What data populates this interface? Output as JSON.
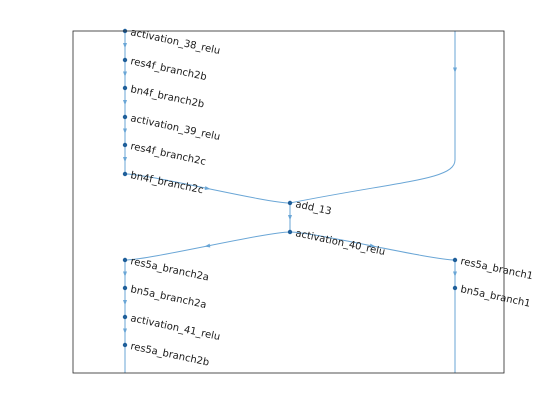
{
  "graph": {
    "nodes": [
      {
        "id": "activation_38_relu",
        "label": "activation_38_relu"
      },
      {
        "id": "res4f_branch2b",
        "label": "res4f_branch2b"
      },
      {
        "id": "bn4f_branch2b",
        "label": "bn4f_branch2b"
      },
      {
        "id": "activation_39_relu",
        "label": "activation_39_relu"
      },
      {
        "id": "res4f_branch2c",
        "label": "res4f_branch2c"
      },
      {
        "id": "bn4f_branch2c",
        "label": "bn4f_branch2c"
      },
      {
        "id": "add_13",
        "label": "add_13"
      },
      {
        "id": "activation_40_relu",
        "label": "activation_40_relu"
      },
      {
        "id": "res5a_branch2a",
        "label": "res5a_branch2a"
      },
      {
        "id": "bn5a_branch2a",
        "label": "bn5a_branch2a"
      },
      {
        "id": "activation_41_relu",
        "label": "activation_41_relu"
      },
      {
        "id": "res5a_branch2b",
        "label": "res5a_branch2b"
      },
      {
        "id": "res5a_branch1",
        "label": "res5a_branch1"
      },
      {
        "id": "bn5a_branch1",
        "label": "bn5a_branch1"
      }
    ],
    "edges": [
      [
        "activation_38_relu",
        "res4f_branch2b"
      ],
      [
        "res4f_branch2b",
        "bn4f_branch2b"
      ],
      [
        "bn4f_branch2b",
        "activation_39_relu"
      ],
      [
        "activation_39_relu",
        "res4f_branch2c"
      ],
      [
        "res4f_branch2c",
        "bn4f_branch2c"
      ],
      [
        "bn4f_branch2c",
        "add_13"
      ],
      [
        "add_13",
        "activation_40_relu"
      ],
      [
        "activation_40_relu",
        "res5a_branch2a"
      ],
      [
        "res5a_branch2a",
        "bn5a_branch2a"
      ],
      [
        "bn5a_branch2a",
        "activation_41_relu"
      ],
      [
        "activation_41_relu",
        "res5a_branch2b"
      ],
      [
        "activation_40_relu",
        "res5a_branch1"
      ],
      [
        "res5a_branch1",
        "bn5a_branch1"
      ]
    ],
    "colors": {
      "edge": "#6aa6d6",
      "node": "#1f5f9a",
      "label": "#1a1a1a",
      "frame": "#262626"
    }
  }
}
